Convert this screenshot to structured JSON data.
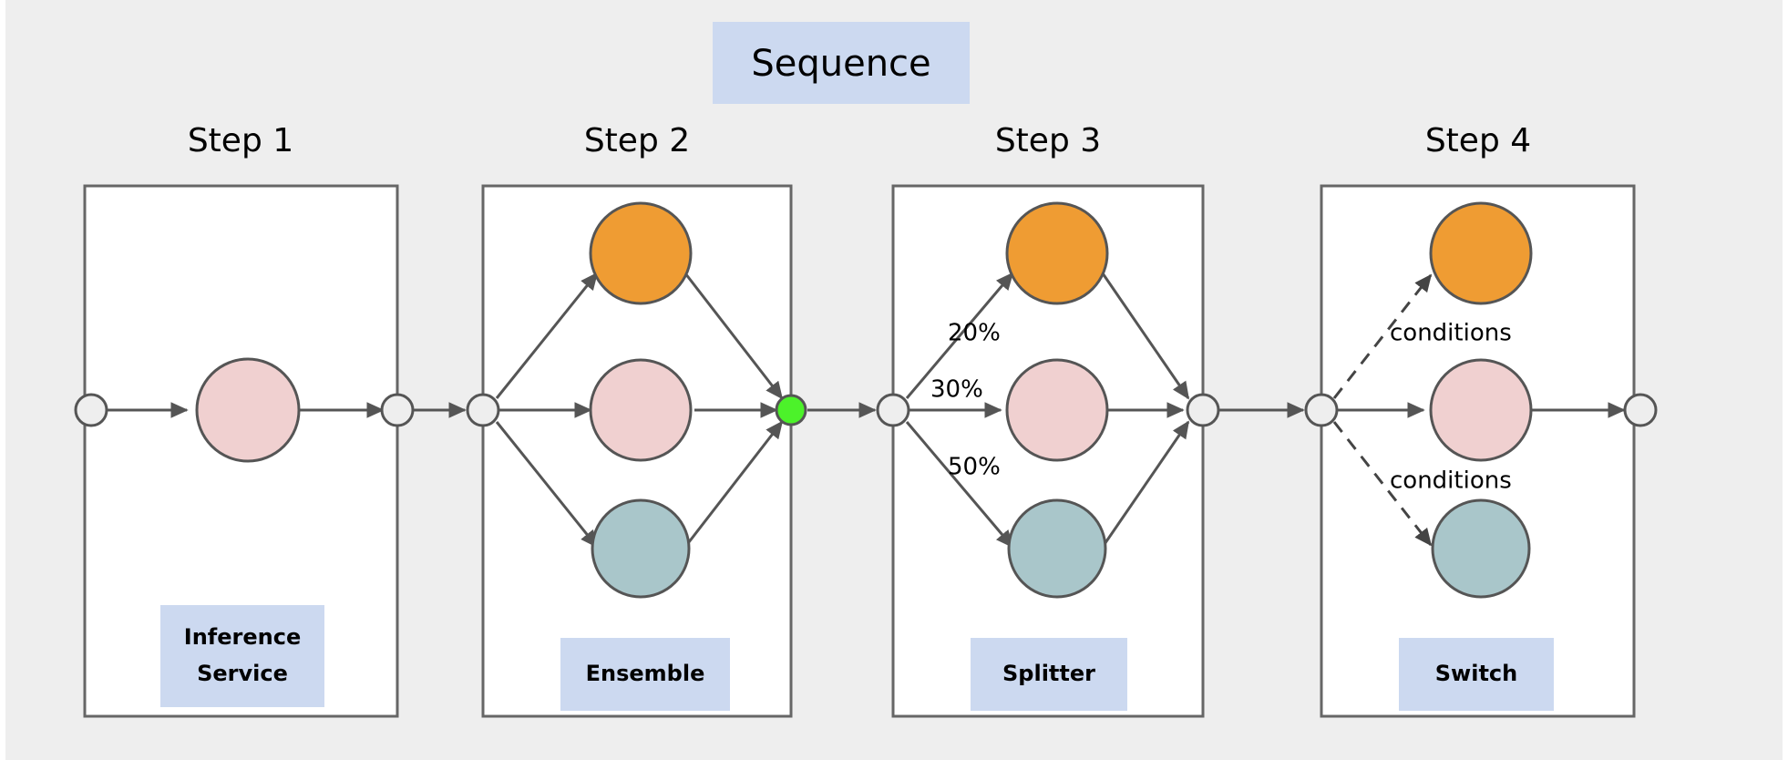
{
  "diagram": {
    "background_color": "#eeeeee",
    "title": "Sequence",
    "title_box_color": "#ccd9f0",
    "accent_colors": {
      "orange": "#ef9c33",
      "pink": "#f0d0d0",
      "teal": "#a9c6ca",
      "green": "#4cf22a",
      "node_gray": "#eeeeee",
      "stroke": "#555555",
      "label_box": "#ccd9f0"
    }
  },
  "steps": [
    {
      "title": "Step 1",
      "tag": "Inference\nService",
      "tag_line1": "Inference",
      "tag_line2": "Service",
      "kind": "inference-service",
      "nodes": [
        {
          "name": "entry-node",
          "type": "connector",
          "color": "#eeeeee"
        },
        {
          "name": "model-node",
          "type": "model",
          "color": "#f0d0d0"
        },
        {
          "name": "exit-node",
          "type": "connector",
          "color": "#eeeeee"
        }
      ],
      "edges": []
    },
    {
      "title": "Step 2",
      "tag": "Ensemble",
      "kind": "ensemble",
      "nodes": [
        {
          "name": "entry-node",
          "type": "connector",
          "color": "#eeeeee"
        },
        {
          "name": "model-node-orange",
          "type": "model",
          "color": "#ef9c33"
        },
        {
          "name": "model-node-pink",
          "type": "model",
          "color": "#f0d0d0"
        },
        {
          "name": "model-node-teal",
          "type": "model",
          "color": "#a9c6ca"
        },
        {
          "name": "join-node",
          "type": "connector",
          "color": "#4cf22a"
        }
      ],
      "edges": []
    },
    {
      "title": "Step 3",
      "tag": "Splitter",
      "kind": "splitter",
      "nodes": [
        {
          "name": "entry-node",
          "type": "connector",
          "color": "#eeeeee"
        },
        {
          "name": "model-node-orange",
          "type": "model",
          "color": "#ef9c33"
        },
        {
          "name": "model-node-pink",
          "type": "model",
          "color": "#f0d0d0"
        },
        {
          "name": "model-node-teal",
          "type": "model",
          "color": "#a9c6ca"
        },
        {
          "name": "join-node",
          "type": "connector",
          "color": "#eeeeee"
        }
      ],
      "edges": [
        {
          "label": "20%",
          "target": "model-node-orange"
        },
        {
          "label": "30%",
          "target": "model-node-pink"
        },
        {
          "label": "50%",
          "target": "model-node-teal"
        }
      ]
    },
    {
      "title": "Step 4",
      "tag": "Switch",
      "kind": "switch",
      "nodes": [
        {
          "name": "entry-node",
          "type": "connector",
          "color": "#eeeeee"
        },
        {
          "name": "model-node-orange",
          "type": "model",
          "color": "#ef9c33"
        },
        {
          "name": "model-node-pink",
          "type": "model",
          "color": "#f0d0d0"
        },
        {
          "name": "model-node-teal",
          "type": "model",
          "color": "#a9c6ca"
        },
        {
          "name": "exit-node",
          "type": "connector",
          "color": "#eeeeee"
        }
      ],
      "edges": [
        {
          "label": "conditions",
          "target": "model-node-orange",
          "style": "dashed"
        },
        {
          "label": "conditions",
          "target": "model-node-teal",
          "style": "dashed"
        }
      ]
    }
  ],
  "edge_labels": {
    "step3_top": "20%",
    "step3_mid": "30%",
    "step3_bottom": "50%",
    "step4_top": "conditions",
    "step4_bottom": "conditions"
  }
}
